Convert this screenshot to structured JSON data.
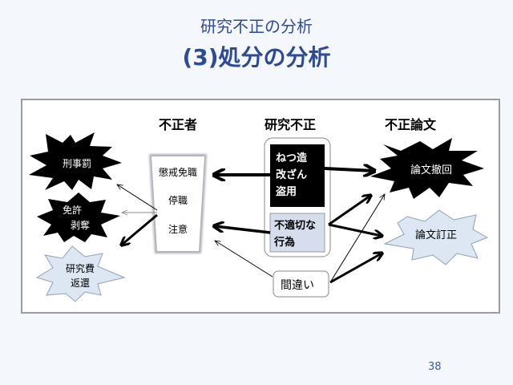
{
  "slide": {
    "title_line1": "研究不正の分析",
    "title_line2": "(3)処分の分析",
    "page_number": "38"
  },
  "diagram": {
    "column_headers": {
      "offender": "不正者",
      "misconduct": "研究不正",
      "paper": "不正論文"
    },
    "sanctions_external": [
      {
        "label": "刑事罰",
        "style": "black-star"
      },
      {
        "label_line1": "免許",
        "label_line2": "剥奪",
        "style": "black-star"
      },
      {
        "label_line1": "研究費",
        "label_line2": "返還",
        "style": "light-star"
      }
    ],
    "offender_discipline": [
      "懲戒免職",
      "停職",
      "注意"
    ],
    "misconduct_types": {
      "serious": [
        "ねつ造",
        "改ざん",
        "盗用"
      ],
      "inappropriate_line1": "不適切な",
      "inappropriate_line2": "行為",
      "mistake": "間違い"
    },
    "paper_actions": {
      "retraction": "論文撤回",
      "correction": "論文訂正"
    },
    "colors": {
      "title": "#2d4a96",
      "black_shape": "#000000",
      "light_shape_fill": "#dde6f3",
      "light_shape_stroke": "#8fa0b8",
      "inappropriate_fill": "#d6deee"
    }
  }
}
